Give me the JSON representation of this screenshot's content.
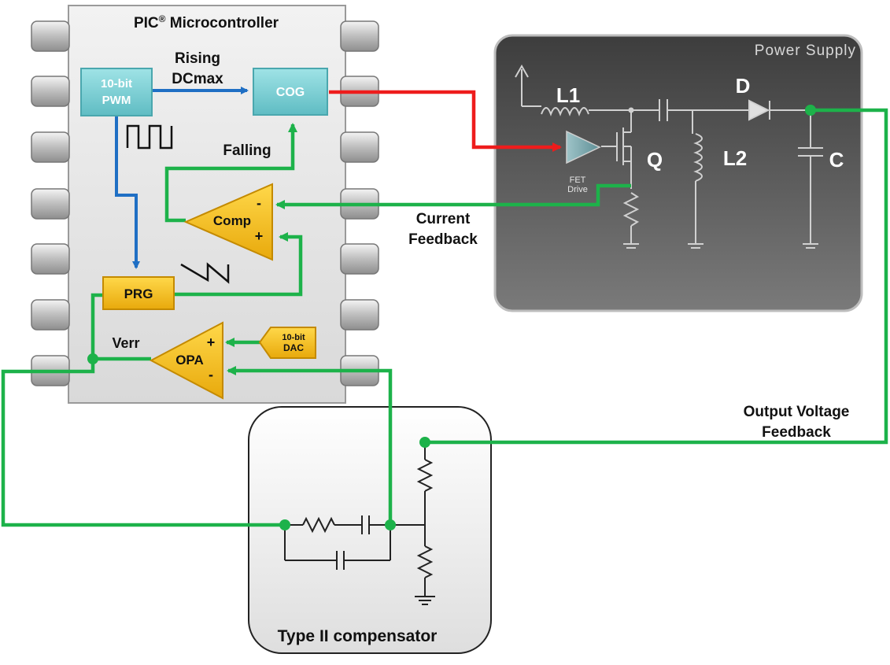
{
  "mcu": {
    "title": "PIC",
    "reg": "®",
    "title_rest": " Microcontroller"
  },
  "blocks": {
    "pwm": {
      "line1": "10-bit",
      "line2": "PWM"
    },
    "cog": "COG",
    "prg": "PRG",
    "comp": "Comp",
    "opa": "OPA",
    "dac": {
      "line1": "10-bit",
      "line2": "DAC"
    }
  },
  "signals": {
    "rising_line1": "Rising",
    "rising_line2": "DCmax",
    "falling": "Falling",
    "verr": "Verr",
    "minus": "-",
    "plus": "+"
  },
  "power_supply": {
    "title": "Power Supply",
    "l1": "L1",
    "l2": "L2",
    "d": "D",
    "q": "Q",
    "c": "C",
    "fet_line1": "FET",
    "fet_line2": "Drive"
  },
  "feedback": {
    "current_line1": "Current",
    "current_line2": "Feedback",
    "output_line1": "Output Voltage",
    "output_line2": "Feedback"
  },
  "compensator": {
    "title": "Type II compensator"
  },
  "colors": {
    "green_wire": "#1db24a",
    "blue_wire": "#1f6fc4",
    "red_wire": "#ee1c1c",
    "block_teal": "#7fd3d8",
    "block_gold": "#f7c51b"
  }
}
